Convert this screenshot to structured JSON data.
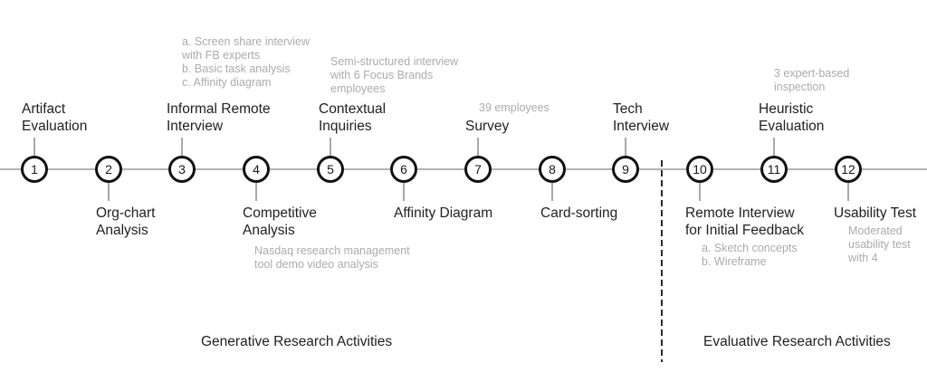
{
  "colors": {
    "background": "#ffffff",
    "axis_line": "#b3b3b3",
    "node_border": "#111111",
    "text_dark": "#212121",
    "text_gray": "#ababab",
    "divider_dark": "#2b2b2b"
  },
  "timeline": {
    "nodes": [
      {
        "num": "1",
        "label": "Artifact\nEvaluation",
        "label_side": "above",
        "annotation": ""
      },
      {
        "num": "2",
        "label": "Org-chart\nAnalysis",
        "label_side": "below",
        "annotation": ""
      },
      {
        "num": "3",
        "label": "Informal Remote\nInterview",
        "label_side": "above",
        "annotation": "a. Screen share interview\nwith FB experts\nb. Basic task analysis\nc. Affinity diagram"
      },
      {
        "num": "4",
        "label": "Competitive\nAnalysis",
        "label_side": "below",
        "annotation": "Nasdaq research management\ntool demo video analysis"
      },
      {
        "num": "5",
        "label": "Contextual\nInquiries",
        "label_side": "above",
        "annotation": "Semi-structured interview\nwith 6 Focus Brands\nemployees"
      },
      {
        "num": "6",
        "label": "Affinity Diagram",
        "label_side": "below",
        "annotation": ""
      },
      {
        "num": "7",
        "label": "Survey",
        "label_side": "above",
        "annotation": "39 employees"
      },
      {
        "num": "8",
        "label": "Card-sorting",
        "label_side": "below",
        "annotation": ""
      },
      {
        "num": "9",
        "label": "Tech\nInterview",
        "label_side": "above",
        "annotation": ""
      },
      {
        "num": "10",
        "label": "Remote Interview\nfor Initial Feedback",
        "label_side": "below",
        "annotation": "a. Sketch concepts\nb. Wireframe"
      },
      {
        "num": "11",
        "label": "Heuristic\nEvaluation",
        "label_side": "above",
        "annotation": "3 expert-based\ninspection"
      },
      {
        "num": "12",
        "label": "Usability Test",
        "label_side": "below",
        "annotation": "Moderated\nusability test\nwith 4"
      }
    ]
  },
  "sections": {
    "left_label": "Generative Research Activities",
    "right_label": "Evaluative Research Activities"
  }
}
